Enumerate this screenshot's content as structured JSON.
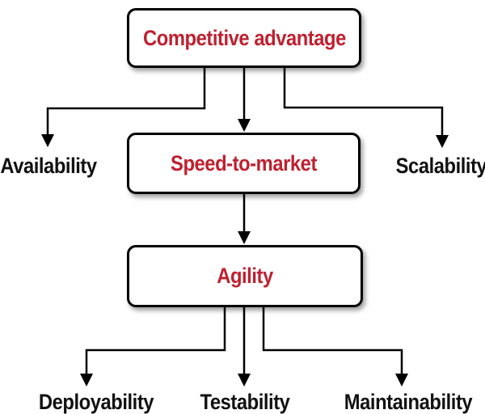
{
  "diagram": {
    "type": "flow-diagram",
    "nodes": [
      {
        "id": "competitive-advantage",
        "label": "Competitive advantage",
        "style": "box"
      },
      {
        "id": "speed-to-market",
        "label": "Speed-to-market",
        "style": "box"
      },
      {
        "id": "agility",
        "label": "Agility",
        "style": "box"
      },
      {
        "id": "availability",
        "label": "Availability",
        "style": "text"
      },
      {
        "id": "scalability",
        "label": "Scalability",
        "style": "text"
      },
      {
        "id": "deployability",
        "label": "Deployability",
        "style": "text"
      },
      {
        "id": "testability",
        "label": "Testability",
        "style": "text"
      },
      {
        "id": "maintainability",
        "label": "Maintainability",
        "style": "text"
      }
    ],
    "edges": [
      {
        "from": "competitive-advantage",
        "to": "availability"
      },
      {
        "from": "competitive-advantage",
        "to": "speed-to-market"
      },
      {
        "from": "competitive-advantage",
        "to": "scalability"
      },
      {
        "from": "speed-to-market",
        "to": "agility"
      },
      {
        "from": "agility",
        "to": "deployability"
      },
      {
        "from": "agility",
        "to": "testability"
      },
      {
        "from": "agility",
        "to": "maintainability"
      }
    ],
    "colors": {
      "node_text": "#bf202f",
      "leaf_text": "#111111",
      "line": "#000000",
      "node_fill": "#ffffff",
      "node_border": "#000000",
      "background": "#ffffff"
    }
  }
}
